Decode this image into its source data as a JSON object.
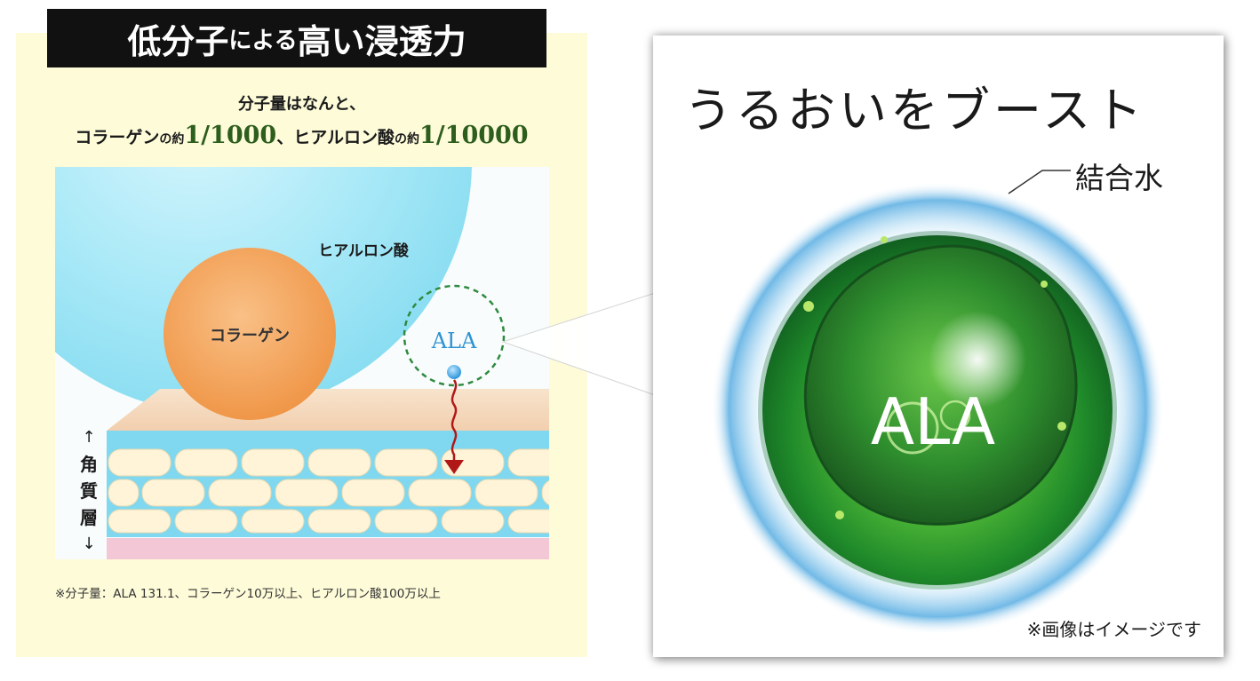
{
  "left": {
    "title_big_1": "低分子",
    "title_small": "による",
    "title_big_2": "高い浸透力",
    "subtitle_line1": "分子量はなんと、",
    "subtitle_line2_a": "コラーゲン",
    "subtitle_line2_of1": "の約",
    "subtitle_line2_num1": "1/1000",
    "subtitle_line2_b": "、ヒアルロン酸",
    "subtitle_line2_of2": "の約",
    "subtitle_line2_num2": "1/10000",
    "hyaluronic_label": "ヒアルロン酸",
    "collagen_label": "コラーゲン",
    "ala_label": "ALA",
    "stratum_arrow_up": "↑",
    "stratum_char1": "角",
    "stratum_char2": "質",
    "stratum_char3": "層",
    "stratum_arrow_down": "↓",
    "footnote": "※分子量：ALA 131.1、コラーゲン10万以上、ヒアルロン酸100万以上"
  },
  "right": {
    "title": "うるおいをブースト",
    "bound_water_label": "結合水",
    "ala_label": "ALA",
    "footnote": "※画像はイメージです"
  },
  "colors": {
    "left_bg": "#fdfbd8",
    "banner_bg": "#111111",
    "hyaluronic": "#8fe0f2",
    "collagen": "#f3a059",
    "ala_dot": "#2a9be0",
    "penetration_arrow": "#b01818",
    "accent_green": "#2e5e1e",
    "sphere_green": "#2f9a2a",
    "water_blue": "#4ea8e0"
  }
}
